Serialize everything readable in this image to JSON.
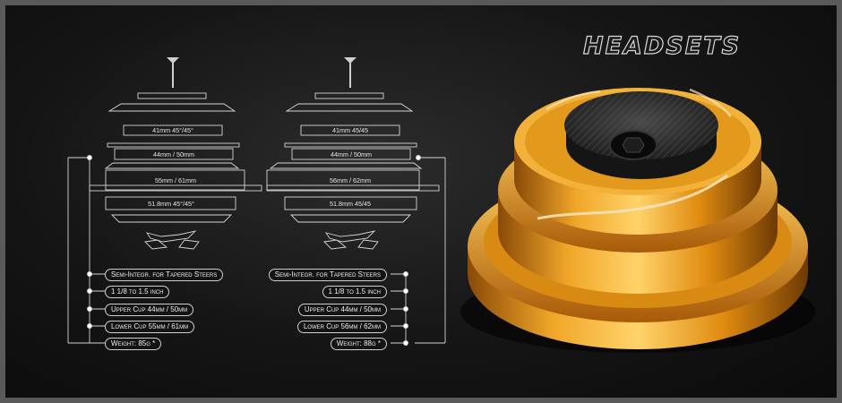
{
  "title": "HEADSETS",
  "left_diagram": {
    "parts": [
      "41mm 45°/45°",
      "44mm / 50mm",
      "55mm / 61mm",
      "51.8mm 45°/45°"
    ],
    "specs": [
      "Semi-Integr. for Tapered Steers",
      "1 1/8 to 1.5 inch",
      "Upper Cup 44mm / 50mm",
      "Lower Cup 55mm / 61mm",
      "Weight: 85g *"
    ]
  },
  "right_diagram": {
    "parts": [
      "41mm 45/45",
      "44mm / 50mm",
      "56mm / 62mm",
      "51.8mm 45/45"
    ],
    "specs": [
      "Semi-Integr. for Tapered Steers",
      "1 1/8 to 1.5 inch",
      "Upper Cup 44mm / 50mm",
      "Lower Cup 56mm / 62mm",
      "Weight: 88g *"
    ]
  },
  "colors": {
    "accent_gold": "#e8a020",
    "line": "#cfcfcf",
    "background": "#151515"
  },
  "product_image": "gold-headset-with-carbon-cap"
}
